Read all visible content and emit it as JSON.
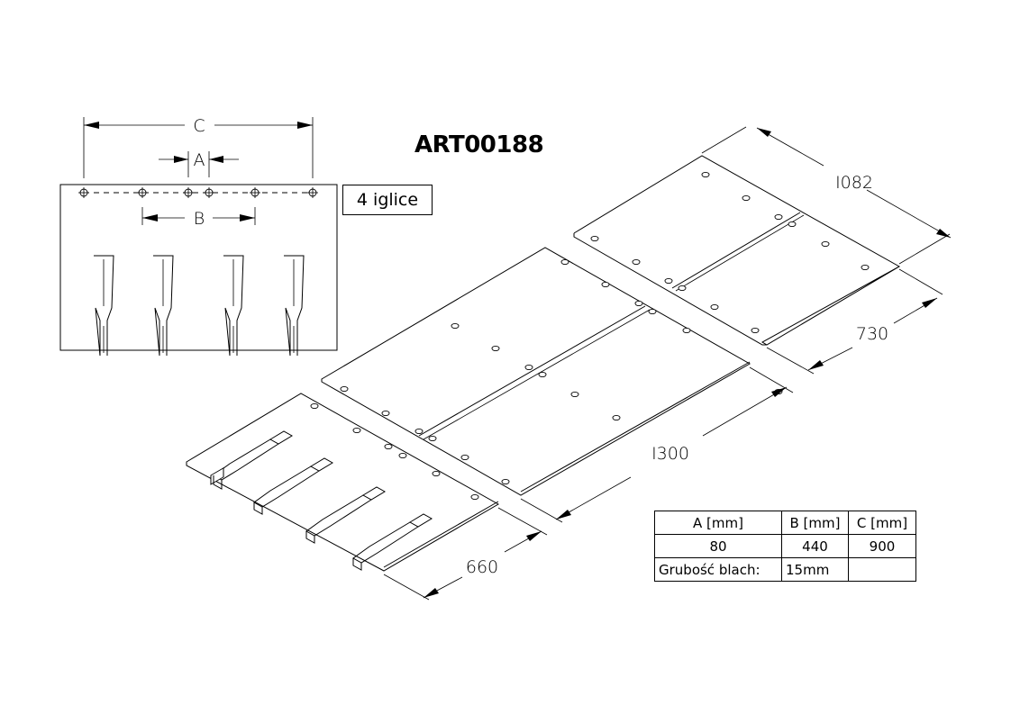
{
  "title": "ART00188",
  "pin_label": "4 iglice",
  "dimensions": {
    "A": "A",
    "B": "B",
    "C": "C",
    "length_top_plate": "I082",
    "width_top_plate": "730",
    "length_middle_plate": "I300",
    "width_bottom_plate": "660"
  },
  "spec_table": {
    "header": [
      "A [mm]",
      "B [mm]",
      "C [mm]"
    ],
    "values": [
      "80",
      "440",
      "900"
    ],
    "thickness_label": "Grubość blach:",
    "thickness_value": "15mm",
    "empty_cell": ""
  }
}
